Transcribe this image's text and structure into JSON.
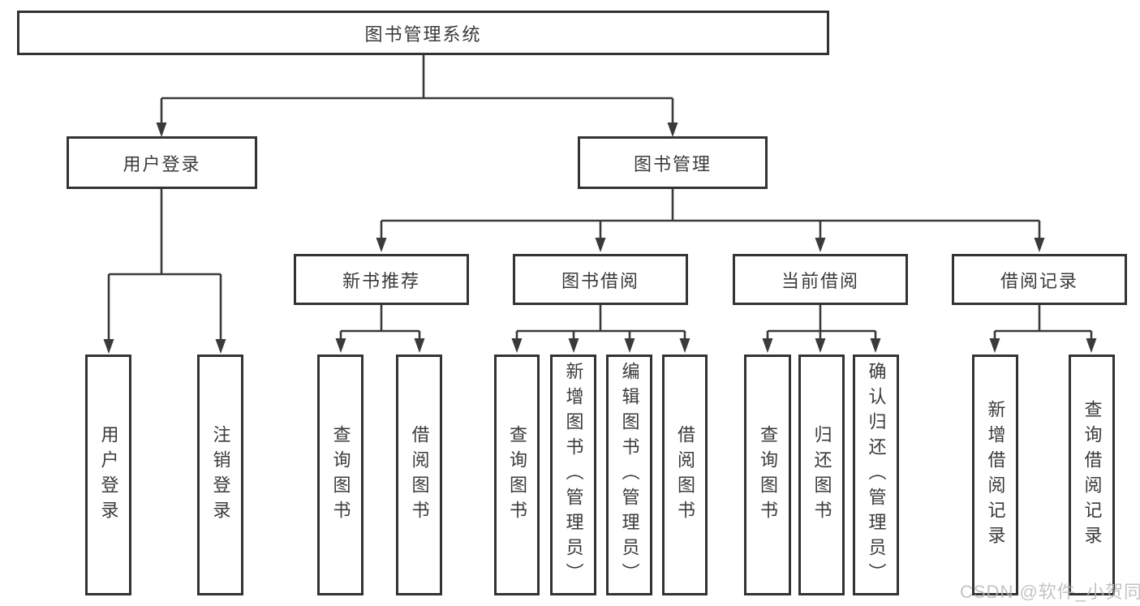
{
  "nodes": {
    "root": "图书管理系统",
    "level2": [
      "用户登录",
      "图书管理"
    ],
    "level3": [
      "新书推荐",
      "图书借阅",
      "当前借阅",
      "借阅记录"
    ],
    "leaves": [
      "用户登录",
      "注销登录",
      "查询图书",
      "借阅图书",
      "查询图书",
      "新增图书（管理员）",
      "编辑图书（管理员）",
      "借阅图书",
      "查询图书",
      "归还图书",
      "确认归还（管理员）",
      "新增借阅记录",
      "查询借阅记录"
    ]
  },
  "watermark": "CSDN @软件_小贺同学",
  "colors": {
    "line": "#3a3a3a",
    "box_border": "#333333",
    "text": "#3b3b3b",
    "watermark": "#b9b9b9",
    "background": "#ffffff"
  }
}
